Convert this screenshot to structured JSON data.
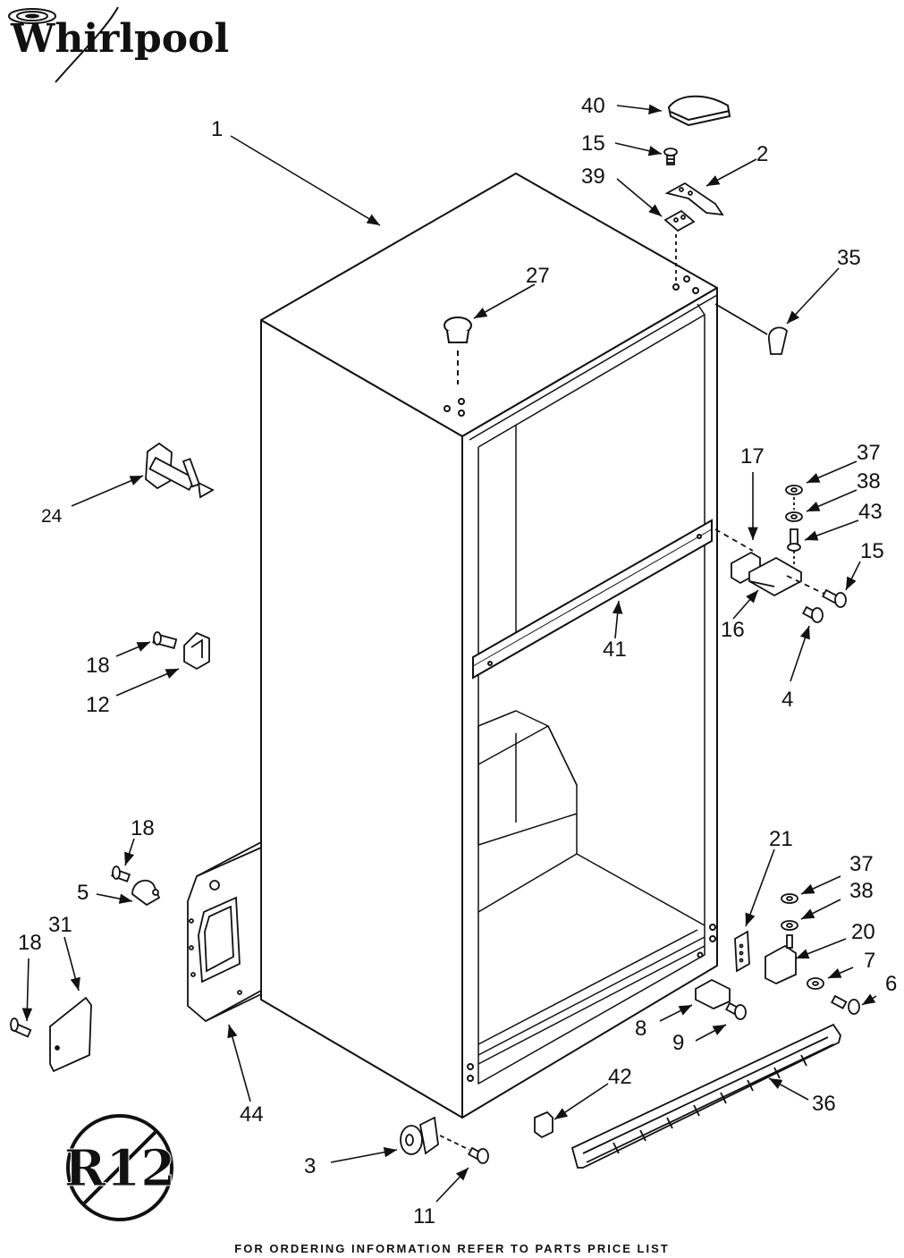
{
  "logo": {
    "brand": "Whirlpool"
  },
  "badge": {
    "text": "R12"
  },
  "footer": {
    "text": "FOR ORDERING INFORMATION REFER TO PARTS PRICE LIST"
  },
  "callouts": [
    {
      "id": "1",
      "text": "1"
    },
    {
      "id": "40",
      "text": "40"
    },
    {
      "id": "15a",
      "text": "15"
    },
    {
      "id": "2",
      "text": "2"
    },
    {
      "id": "39",
      "text": "39"
    },
    {
      "id": "35",
      "text": "35"
    },
    {
      "id": "27",
      "text": "27"
    },
    {
      "id": "24",
      "text": "24"
    },
    {
      "id": "17",
      "text": "17"
    },
    {
      "id": "37a",
      "text": "37"
    },
    {
      "id": "38a",
      "text": "38"
    },
    {
      "id": "43",
      "text": "43"
    },
    {
      "id": "15b",
      "text": "15"
    },
    {
      "id": "16",
      "text": "16"
    },
    {
      "id": "4",
      "text": "4"
    },
    {
      "id": "41",
      "text": "41"
    },
    {
      "id": "18a",
      "text": "18"
    },
    {
      "id": "12",
      "text": "12"
    },
    {
      "id": "18b",
      "text": "18"
    },
    {
      "id": "5",
      "text": "5"
    },
    {
      "id": "31",
      "text": "31"
    },
    {
      "id": "18c",
      "text": "18"
    },
    {
      "id": "21",
      "text": "21"
    },
    {
      "id": "37b",
      "text": "37"
    },
    {
      "id": "38b",
      "text": "38"
    },
    {
      "id": "20",
      "text": "20"
    },
    {
      "id": "7",
      "text": "7"
    },
    {
      "id": "6",
      "text": "6"
    },
    {
      "id": "8",
      "text": "8"
    },
    {
      "id": "9",
      "text": "9"
    },
    {
      "id": "42",
      "text": "42"
    },
    {
      "id": "36",
      "text": "36"
    },
    {
      "id": "44",
      "text": "44"
    },
    {
      "id": "3",
      "text": "3"
    },
    {
      "id": "11",
      "text": "11"
    }
  ]
}
